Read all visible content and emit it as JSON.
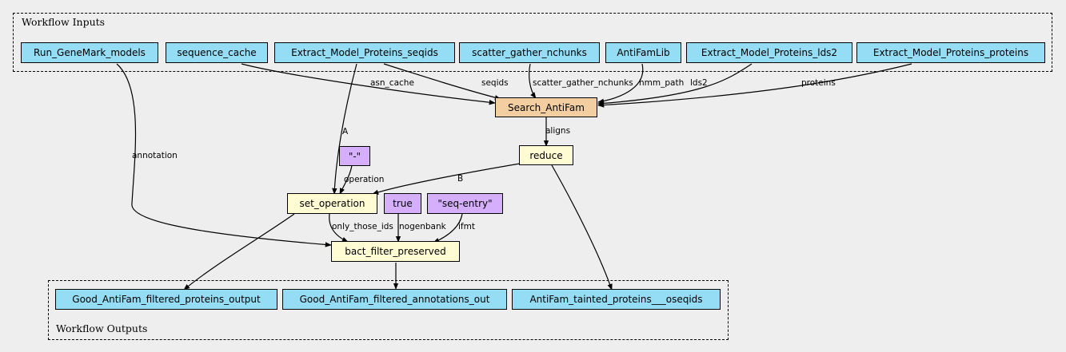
{
  "clusters": {
    "inputs_label": "Workflow Inputs",
    "outputs_label": "Workflow Outputs"
  },
  "inputs": [
    {
      "id": "run_genemark",
      "label": "Run_GeneMark_models"
    },
    {
      "id": "sequence_cache",
      "label": "sequence_cache"
    },
    {
      "id": "emp_seqids",
      "label": "Extract_Model_Proteins_seqids"
    },
    {
      "id": "scatter_gather",
      "label": "scatter_gather_nchunks"
    },
    {
      "id": "antifamlib",
      "label": "AntiFamLib"
    },
    {
      "id": "emp_lds2",
      "label": "Extract_Model_Proteins_lds2"
    },
    {
      "id": "emp_proteins",
      "label": "Extract_Model_Proteins_proteins"
    }
  ],
  "steps": {
    "search_antifam": "Search_AntiFam",
    "reduce": "reduce",
    "set_operation": "set_operation",
    "bact_filter": "bact_filter_preserved"
  },
  "constants": {
    "minus": "\"-\"",
    "true_val": "true",
    "seq_entry": "\"seq-entry\""
  },
  "outputs": [
    {
      "id": "good_proteins",
      "label": "Good_AntiFam_filtered_proteins_output"
    },
    {
      "id": "good_annotations",
      "label": "Good_AntiFam_filtered_annotations_out"
    },
    {
      "id": "tainted",
      "label": "AntiFam_tainted_proteins___oseqids"
    }
  ],
  "edge_labels": {
    "asn_cache": "asn_cache",
    "seqids": "seqids",
    "scatter_gather_nchunks": "scatter_gather_nchunks",
    "hmm_path": "hmm_path",
    "lds2": "lds2",
    "proteins": "proteins",
    "aligns": "aligns",
    "A": "A",
    "B": "B",
    "annotation": "annotation",
    "operation": "operation",
    "only_those_ids": "only_those_ids",
    "nogenbank": "nogenbank",
    "ifmt": "ifmt"
  },
  "colors": {
    "input": "#94ddf4",
    "step": "#f3cea1",
    "expression": "#fffcd4",
    "constant": "#d5aefc",
    "background": "#eeeeee"
  }
}
